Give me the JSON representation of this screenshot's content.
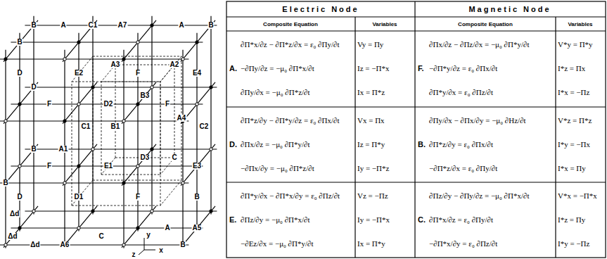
{
  "diagram": {
    "labels": [
      "B",
      "A",
      "C1",
      "A7",
      "A",
      "B",
      "B",
      "D",
      "D",
      "F",
      "E2",
      "D2",
      "F",
      "F",
      "E4",
      "A3",
      "B3",
      "A2",
      "B",
      "A1",
      "C1",
      "B1",
      "D3",
      "C",
      "C2",
      "B",
      "D",
      "F",
      "E1",
      "E3",
      "D1",
      "F",
      "B",
      "A6",
      "C",
      "A5",
      "A",
      "B",
      "A4",
      "Δd",
      "Δd",
      "Δd",
      "y",
      "z",
      "x",
      "Electric Node",
      "Magnetic Node",
      "Composite Equation",
      "Variables",
      "Composite Equation",
      "Variables",
      "A.",
      "∂Π*x/∂z − ∂Π*z/∂x = ε₀ ∂Πy/∂t",
      "−∂Πy/∂z = −μ₀ ∂Π*x/∂t",
      "∂Πy/∂x = −μ₀ ∂Π*z/∂t",
      "Vy = Πy",
      "Iz = −Π*x",
      "Ix = Π*z",
      "F.",
      "∂Πx/∂z − ∂Πz/∂x = −μ₀ ∂Π*y/∂t",
      "−∂Π*y/∂z = ε₀ ∂Πx/∂t",
      "∂Π*y/∂x = ε₀ ∂Πz/∂t",
      "V*y = Π*y",
      "I*z = Πx",
      "I*x = −Πz",
      "D.",
      "∂Π*z/∂y − ∂Π*y/∂z = ε₀ ∂Πx/∂t",
      "∂Πx/∂z = −μ₀ ∂Π*y/∂t",
      "−∂Πx/∂y = −μ₀ ∂Π*z/∂t",
      "Vx = Πx",
      "Iz = Π*y",
      "Iy = −Π*z",
      "B.",
      "∂Πy/∂x − ∂Πx/∂y = −μ₀ ∂Hz/∂t",
      "∂Π*z/∂y = ε₀ ∂Πx/∂t",
      "−∂Π*z/∂x = ε₀ ∂Πy/∂t",
      "V*z = Π*z",
      "I*y = −Πx",
      "I*x = Πy",
      "E.",
      "∂Π*y/∂x − ∂Π*x/∂y = ε₀ ∂Πz/∂t",
      "∂Πz/∂y = −μ₀ ∂Π*x/∂t",
      "−∂Ez/∂x = −μ₀ ∂Π*y/∂t",
      "Vz = −Πz",
      "Iy = −Π*x",
      "Ix = Π*y",
      "C.",
      "∂Πz/∂y − ∂Πy/∂z = −μ₀ ∂Π*x/∂t",
      "∂Π*x/∂z = ε₀ ∂Πy/∂t",
      "−∂Π*x/∂y = ε₀ ∂Πz/∂t",
      "V*x = −Π*x",
      "I*z = Πy",
      "I*y = −Πz"
    ]
  }
}
